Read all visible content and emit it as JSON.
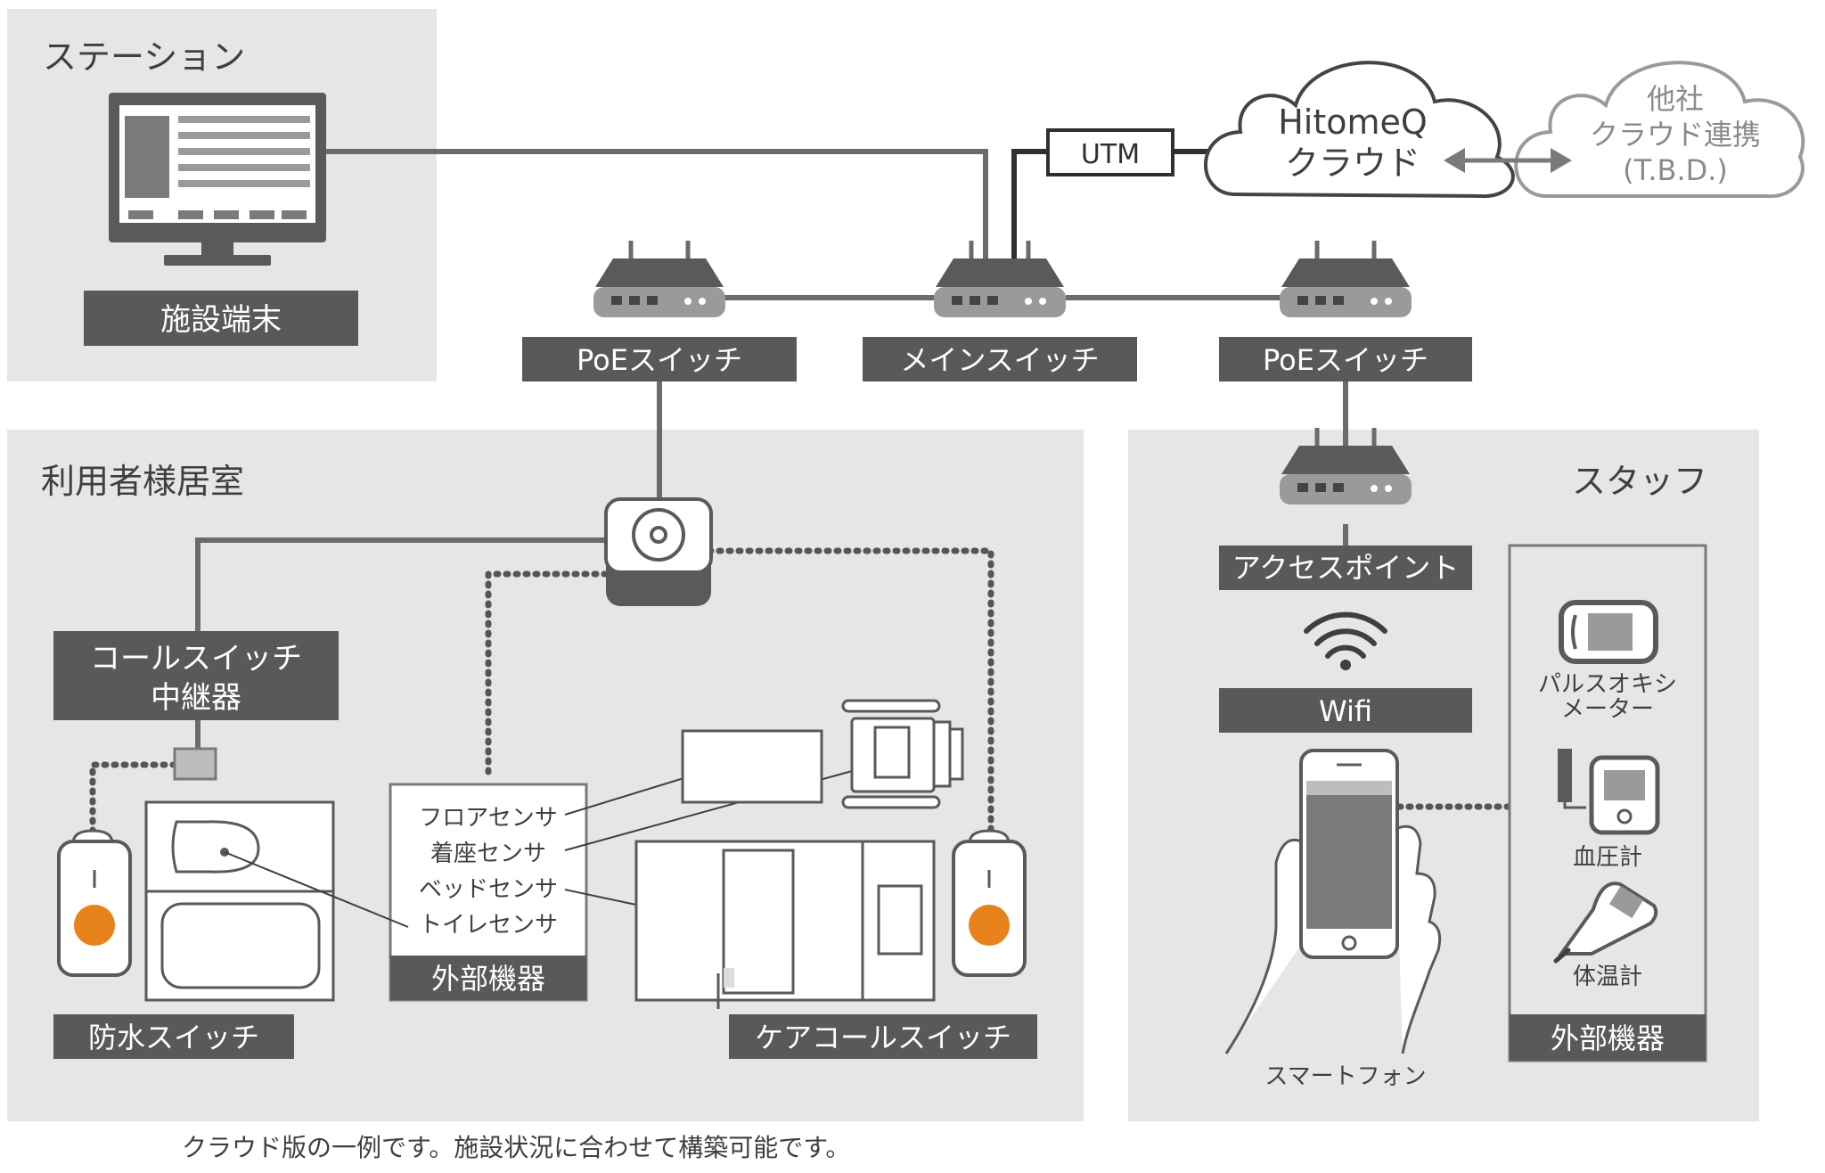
{
  "regions": {
    "station": "ステーション",
    "resident_room": "利用者様居室",
    "staff": "スタッフ"
  },
  "labels": {
    "facility_terminal": "施設端末",
    "poe_switch_left": "PoEスイッチ",
    "main_switch": "メインスイッチ",
    "poe_switch_right": "PoEスイッチ",
    "access_point": "アクセスポイント",
    "wifi": "Wifi",
    "utm": "UTM",
    "call_relay_line1": "コールスイッチ",
    "call_relay_line2": "中継器",
    "waterproof_switch": "防水スイッチ",
    "care_call_switch": "ケアコールスイッチ",
    "external_devices_room": "外部機器",
    "external_devices_staff": "外部機器",
    "smartphone": "スマートフォン",
    "pulse_oximeter_line1": "パルスオキシ",
    "pulse_oximeter_line2": "メーター",
    "blood_pressure": "血圧計",
    "thermometer": "体温計"
  },
  "sensors": [
    "フロアセンサ",
    "着座センサ",
    "ベッドセンサ",
    "トイレセンサ"
  ],
  "cloud": {
    "line1": "HitomeQ",
    "line2": "クラウド"
  },
  "other_cloud": {
    "line1": "他社",
    "line2": "クラウド連携",
    "line3": "(T.B.D.)"
  },
  "footnote": "クラウド版の一例です。施設状況に合わせて構築可能です。",
  "colors": {
    "region_bg": "#e6e6e8",
    "label_bg": "#595959",
    "line": "#6b6b6b",
    "accent_orange": "#e8831c"
  }
}
